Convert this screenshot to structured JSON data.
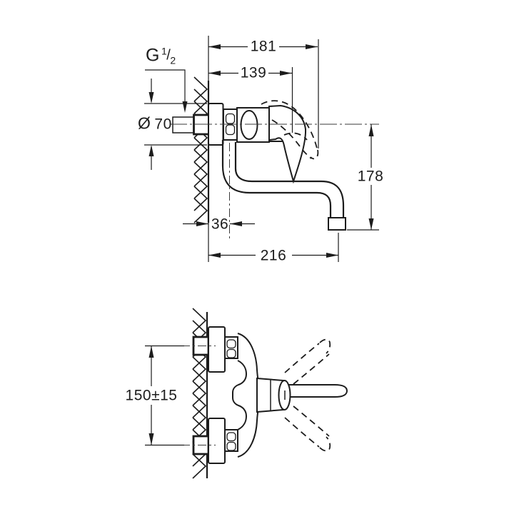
{
  "page": {
    "background_color": "#ffffff",
    "line_color": "#1c1c1c",
    "description": "Technical dimension drawing of a wall-mounted single-lever mixer tap, side view and plan view"
  },
  "views": {
    "side_view": {
      "name": "side view",
      "dimensions": {
        "projection_total": "181",
        "projection_body": "139",
        "thread": {
          "letter": "G",
          "numerator": "1",
          "slash": "/",
          "denominator": "2"
        },
        "flange_diameter": {
          "symbol": "Ø",
          "value": "70"
        },
        "spout_drop": "178",
        "spout_axis_offset": "36",
        "spout_reach": "216"
      }
    },
    "plan_view": {
      "name": "plan view",
      "dimensions": {
        "connection_spacing": "150±15"
      }
    }
  }
}
